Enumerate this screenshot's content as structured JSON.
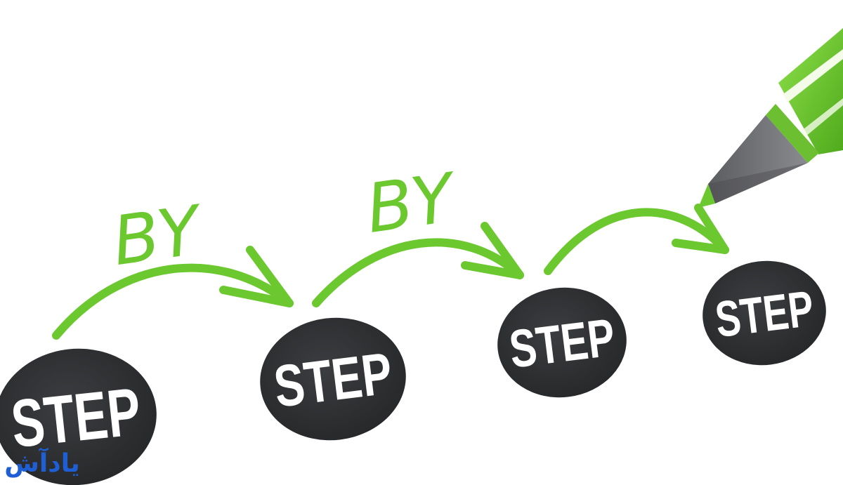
{
  "scene": {
    "background": "#ffffff",
    "accent_color": "#6cc82f",
    "disc_color": "#2e2f31",
    "disc_text_color": "#ffffff"
  },
  "steps": [
    {
      "label": "STEP"
    },
    {
      "label": "STEP"
    },
    {
      "label": "STEP"
    },
    {
      "label": "STEP"
    }
  ],
  "connectors": [
    {
      "label": "BY"
    },
    {
      "label": "BY"
    }
  ],
  "watermark": {
    "text": "یادآش",
    "color": "#1f5fd6"
  },
  "icons": [
    "green-marker-pen-icon",
    "curved-arrow-icon"
  ]
}
